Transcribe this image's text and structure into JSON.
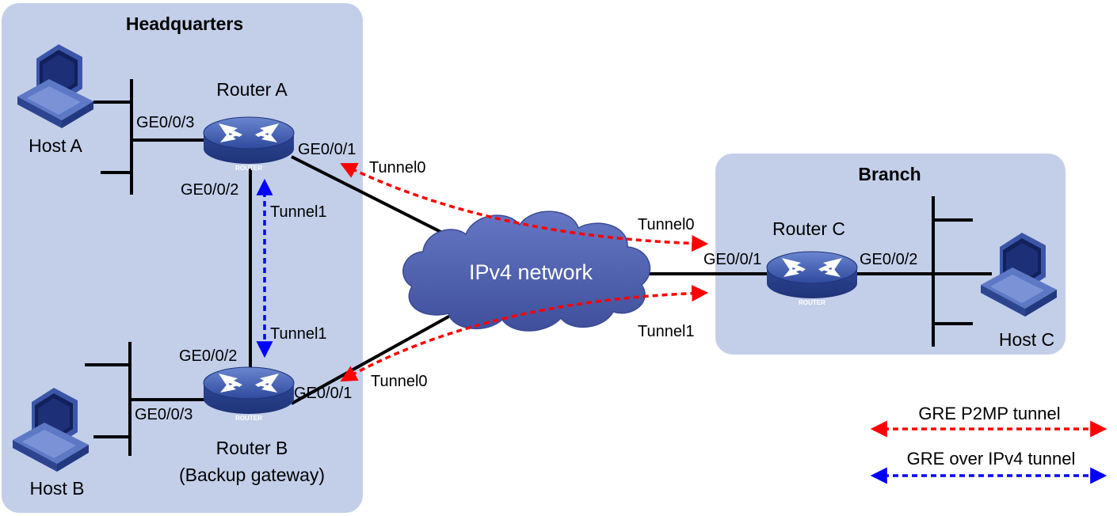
{
  "zones": {
    "headquarters": "Headquarters",
    "branch": "Branch"
  },
  "cloud": {
    "label": "IPv4 network"
  },
  "routers": {
    "a": {
      "name": "Router A",
      "badge": "ROUTER"
    },
    "b": {
      "name": "Router B",
      "subtitle": "(Backup gateway)",
      "badge": "ROUTER"
    },
    "c": {
      "name": "Router C",
      "badge": "ROUTER"
    }
  },
  "hosts": {
    "a": "Host A",
    "b": "Host B",
    "c": "Host C"
  },
  "interfaces": {
    "ra_ge3": "GE0/0/3",
    "ra_ge1": "GE0/0/1",
    "ra_ge2": "GE0/0/2",
    "rb_ge2": "GE0/0/2",
    "rb_ge3": "GE0/0/3",
    "rb_ge1": "GE0/0/1",
    "rc_ge1": "GE0/0/1",
    "rc_ge2": "GE0/0/2"
  },
  "tunnels": {
    "ra_tunnel0": "Tunnel0",
    "ra_tunnel1": "Tunnel1",
    "rb_tunnel1": "Tunnel1",
    "rb_tunnel0": "Tunnel0",
    "rc_tunnel0": "Tunnel0",
    "rc_tunnel1": "Tunnel1"
  },
  "legend": {
    "p2mp": {
      "label": "GRE P2MP tunnel",
      "color": "#ff0000"
    },
    "gre_ipv4": {
      "label": "GRE over IPv4 tunnel",
      "color": "#0000ff"
    }
  },
  "colors": {
    "zone": "#c3cfe9",
    "cloud": "#4f5fa8",
    "router": "#3d56a6"
  }
}
